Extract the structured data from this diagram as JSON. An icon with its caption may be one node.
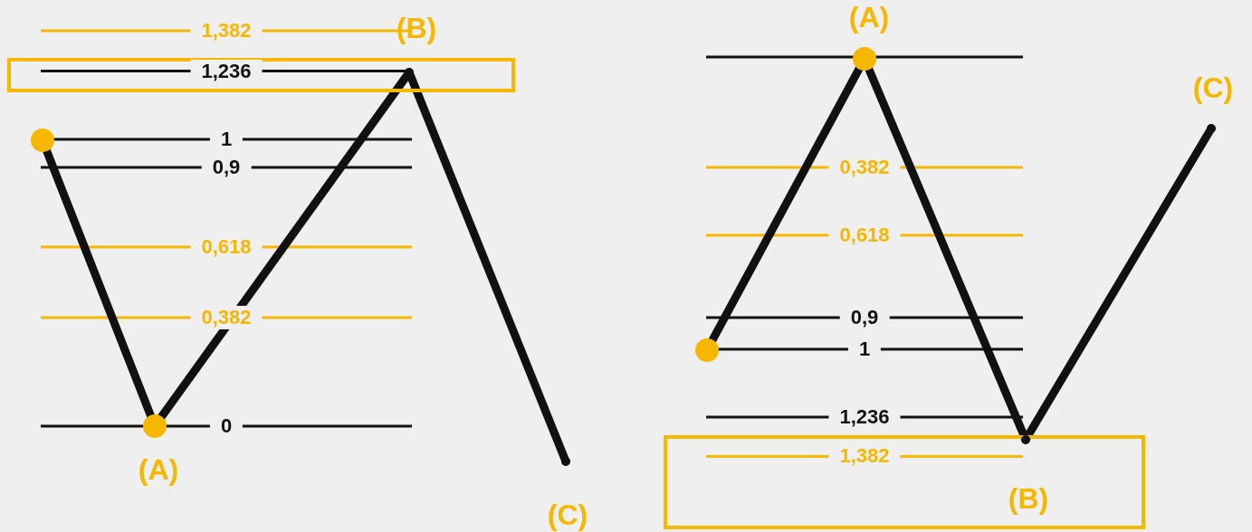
{
  "diagram": {
    "nodes": [
      {
        "text": [],
        "shape": "circle"
      },
      {
        "text": [
          "(A)"
        ]
      },
      {
        "text": [
          "1,236"
        ]
      },
      {
        "text": [
          "(B)"
        ],
        "in": 2
      },
      {
        "text": [
          "(C)"
        ]
      },
      {
        "text": [
          "(A)"
        ]
      },
      {
        "text": [],
        "shape": "circle"
      },
      {
        "text": [
          "1,382"
        ]
      },
      {
        "text": [
          "(B)"
        ],
        "in": 7
      },
      {
        "text": [
          "(C)"
        ]
      }
    ],
    "edges": [
      {
        "from": 0,
        "to": 1,
        "arrow": "none"
      },
      {
        "from": 1,
        "to": 3,
        "arrow": "none"
      },
      {
        "from": 3,
        "to": 4,
        "arrow": "none"
      },
      {
        "from": 6,
        "to": 5,
        "arrow": "none"
      },
      {
        "from": 5,
        "to": 8,
        "arrow": "none"
      },
      {
        "from": 8,
        "to": 9,
        "arrow": "none"
      }
    ],
    "labels": [
      "1,382",
      "1",
      "0,9",
      "0,618",
      "0,382",
      "0",
      "0,382",
      "0,618",
      "0,9",
      "1",
      "1,236"
    ]
  }
}
